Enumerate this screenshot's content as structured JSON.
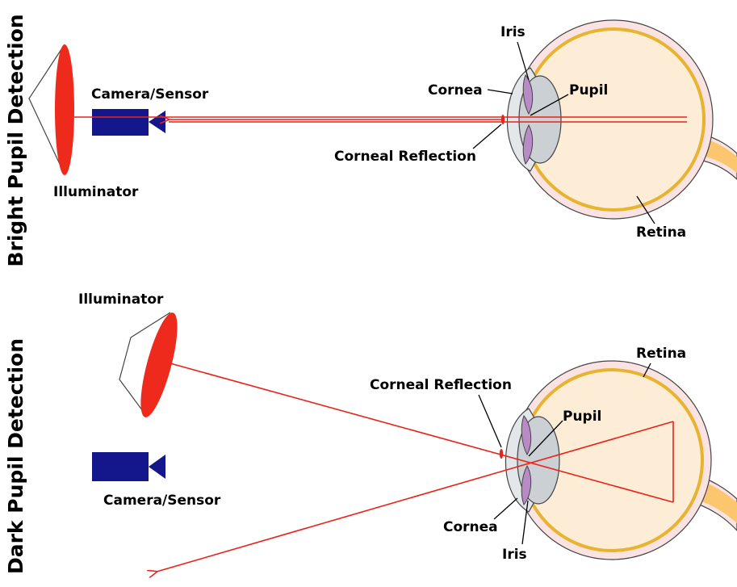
{
  "sections": {
    "bright": "Bright Pupil Detection",
    "dark": "Dark Pupil Detection"
  },
  "labels": {
    "illuminator": "Illuminator",
    "camera": "Camera/Sensor",
    "iris": "Iris",
    "cornea": "Cornea",
    "pupil": "Pupil",
    "corneal_reflection": "Corneal Reflection",
    "retina": "Retina"
  },
  "colors": {
    "ray": "#e8231a",
    "illuminator_lens": "#ee2a1c",
    "camera_body": "#14178c",
    "sclera": "#fbe3e3",
    "eye_interior": "#fdecd6",
    "retina_band": "#e8b32e",
    "optic_nerve": "#fbc66d",
    "cornea": "#e4e7ea",
    "lens": "#cbd0d4",
    "iris": "#b88bc6"
  }
}
